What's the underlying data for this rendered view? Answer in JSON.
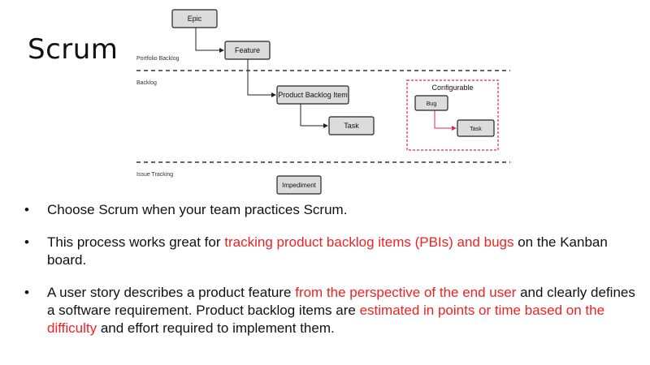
{
  "title": "Scrum",
  "diagram": {
    "nodes": {
      "epic": "Epic",
      "feature": "Feature",
      "pbi": "Product Backlog Item",
      "task": "Task",
      "bug": "Bug",
      "task2": "Task",
      "impediment": "Impediment"
    },
    "lanes": {
      "portfolio": "Portfolio Backlog",
      "backlog": "Backlog",
      "issue_tracking": "Issue Tracking"
    },
    "configurable_label": "Configurable",
    "colors": {
      "node_fill": "#dcdcdc",
      "configurable_border": "#e0245e",
      "arrow_configurable": "#e0245e"
    }
  },
  "bullets": {
    "b1": {
      "text": "Choose Scrum when your team practices Scrum."
    },
    "b2": {
      "pre": "This process works great for ",
      "hl": "tracking product backlog items (PBIs) and bugs",
      "post": " on the Kanban board."
    },
    "b3": {
      "pre": "A user story describes a product feature ",
      "hl1": "from the perspective of the end user",
      "mid": " and clearly defines a software requirement. Product backlog items are ",
      "hl2": "estimated in points or time based on the difficulty",
      "post": " and effort required to implement them."
    }
  },
  "highlight_color": "#ee2222"
}
